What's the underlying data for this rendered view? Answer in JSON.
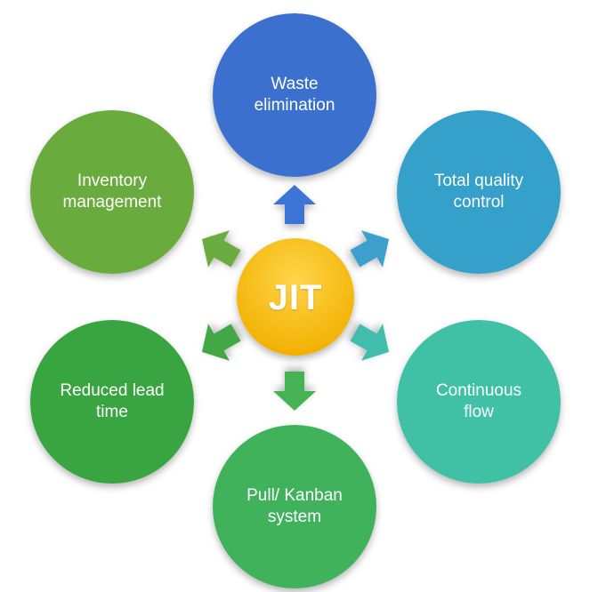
{
  "center": {
    "label": "JIT",
    "color": "#ffc000"
  },
  "nodes": [
    {
      "id": "waste-elimination",
      "label": "Waste\nelimination",
      "color": "#3a6fcf"
    },
    {
      "id": "total-quality-control",
      "label": "Total quality\ncontrol",
      "color": "#36a0c9"
    },
    {
      "id": "continuous-flow",
      "label": "Continuous\nflow",
      "color": "#3fc0a5"
    },
    {
      "id": "pull-kanban-system",
      "label": "Pull/ Kanban\nsystem",
      "color": "#3fb25c"
    },
    {
      "id": "reduced-lead-time",
      "label": "Reduced lead\ntime",
      "color": "#39a541"
    },
    {
      "id": "inventory-management",
      "label": "Inventory\nmanagement",
      "color": "#6aab3e"
    }
  ],
  "arrows": [
    {
      "id": "arrow-waste",
      "color": "#3e74d6"
    },
    {
      "id": "arrow-quality",
      "color": "#3e9fcb"
    },
    {
      "id": "arrow-flow",
      "color": "#3fbeab"
    },
    {
      "id": "arrow-kanban",
      "color": "#45b256"
    },
    {
      "id": "arrow-leadtime",
      "color": "#42a744"
    },
    {
      "id": "arrow-inventory",
      "color": "#6aac3f"
    }
  ]
}
